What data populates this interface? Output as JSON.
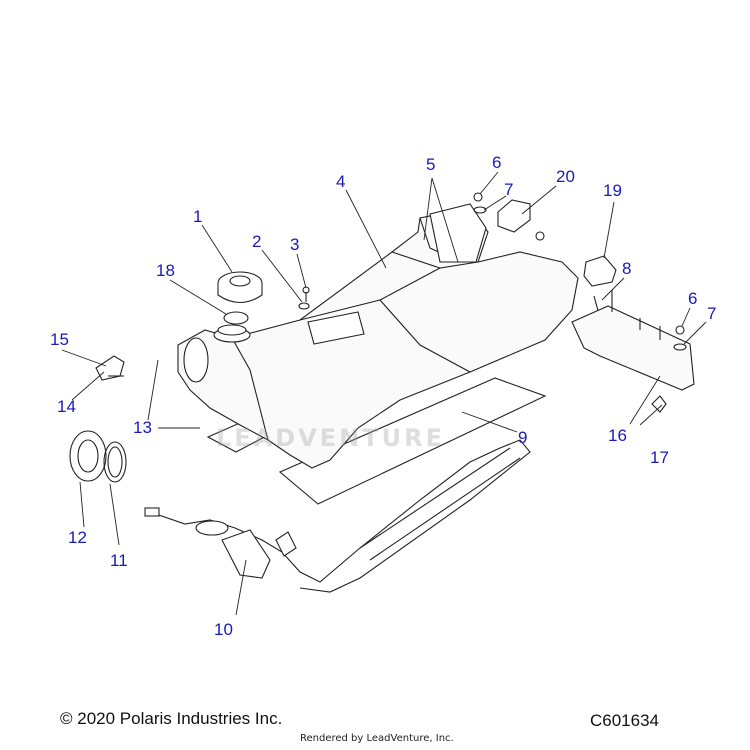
{
  "callouts": {
    "c1": "1",
    "c2": "2",
    "c3": "3",
    "c4": "4",
    "c5": "5",
    "c6a": "6",
    "c6b": "6",
    "c7a": "7",
    "c7b": "7",
    "c8": "8",
    "c9": "9",
    "c10": "10",
    "c11": "11",
    "c12": "12",
    "c13": "13",
    "c14": "14",
    "c15": "15",
    "c16": "16",
    "c17": "17",
    "c18": "18",
    "c19": "19",
    "c20": "20"
  },
  "footer": {
    "copyright": "© 2020 Polaris Industries Inc.",
    "diagram_id": "C601634",
    "rendered_by": "Rendered by LeadVenture, Inc."
  },
  "watermark": "LEADVENTURE",
  "colors": {
    "callout": "#1a1ab8",
    "line": "#222222"
  }
}
